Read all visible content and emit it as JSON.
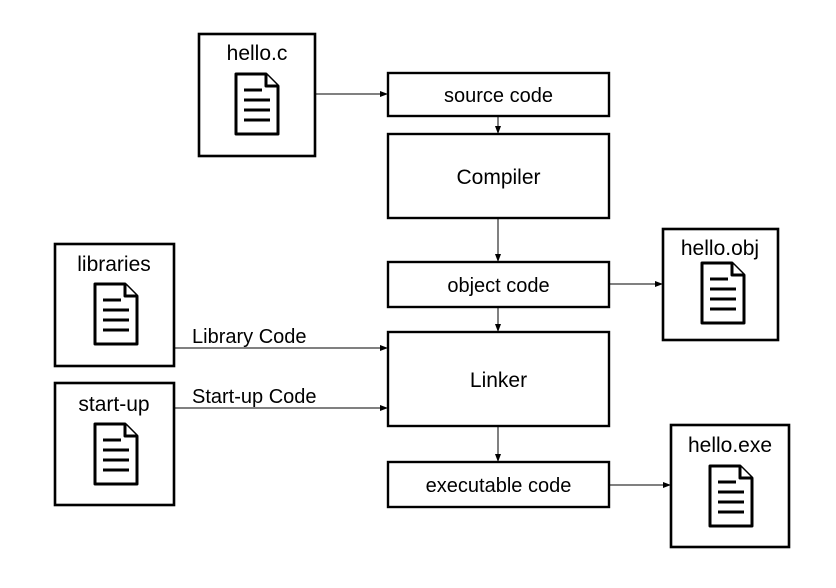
{
  "files": {
    "hello_c": "hello.c",
    "libraries": "libraries",
    "startup": "start-up",
    "hello_obj": "hello.obj",
    "hello_exe": "hello.exe"
  },
  "stages": {
    "source_code": "source code",
    "compiler": "Compiler",
    "object_code": "object code",
    "linker": "Linker",
    "executable_code": "executable code"
  },
  "edges": {
    "library_code": "Library Code",
    "startup_code": "Start-up Code"
  },
  "icons": {
    "document": "document-icon"
  }
}
